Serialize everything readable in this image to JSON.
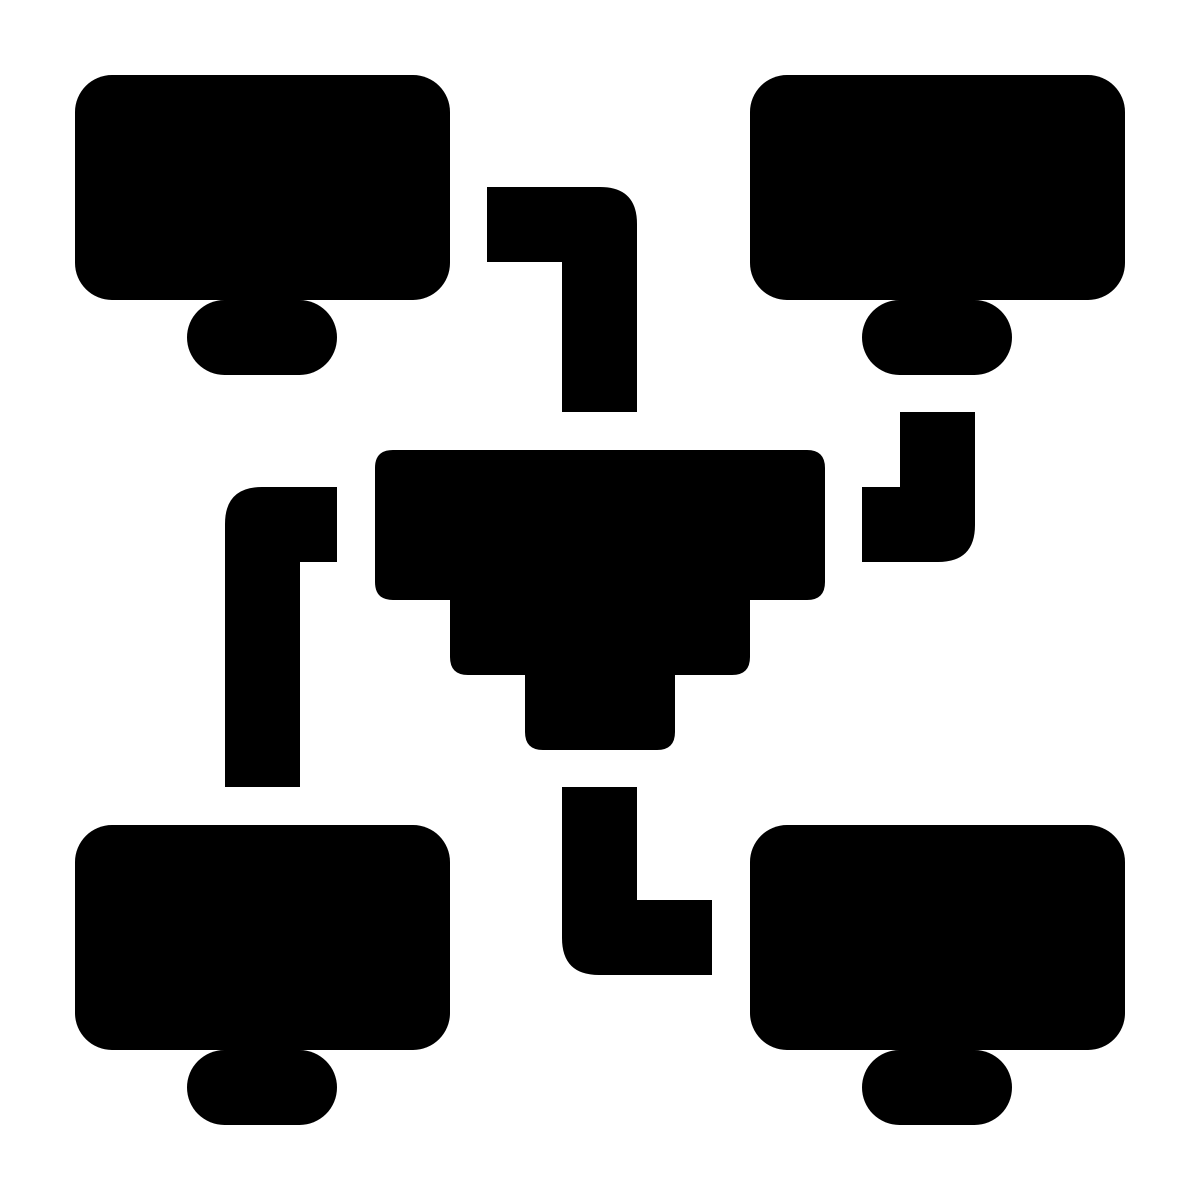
{
  "icon": {
    "name": "network-hub-icon",
    "fill_color": "#000000",
    "background_color": "#ffffff",
    "monitors": [
      "monitor-top-left-icon",
      "monitor-top-right-icon",
      "monitor-bottom-left-icon",
      "monitor-bottom-right-icon"
    ],
    "hub": "central-hub-icon",
    "connectors": [
      "connector-top-left",
      "connector-top-right",
      "connector-bottom-left",
      "connector-bottom-right"
    ]
  }
}
